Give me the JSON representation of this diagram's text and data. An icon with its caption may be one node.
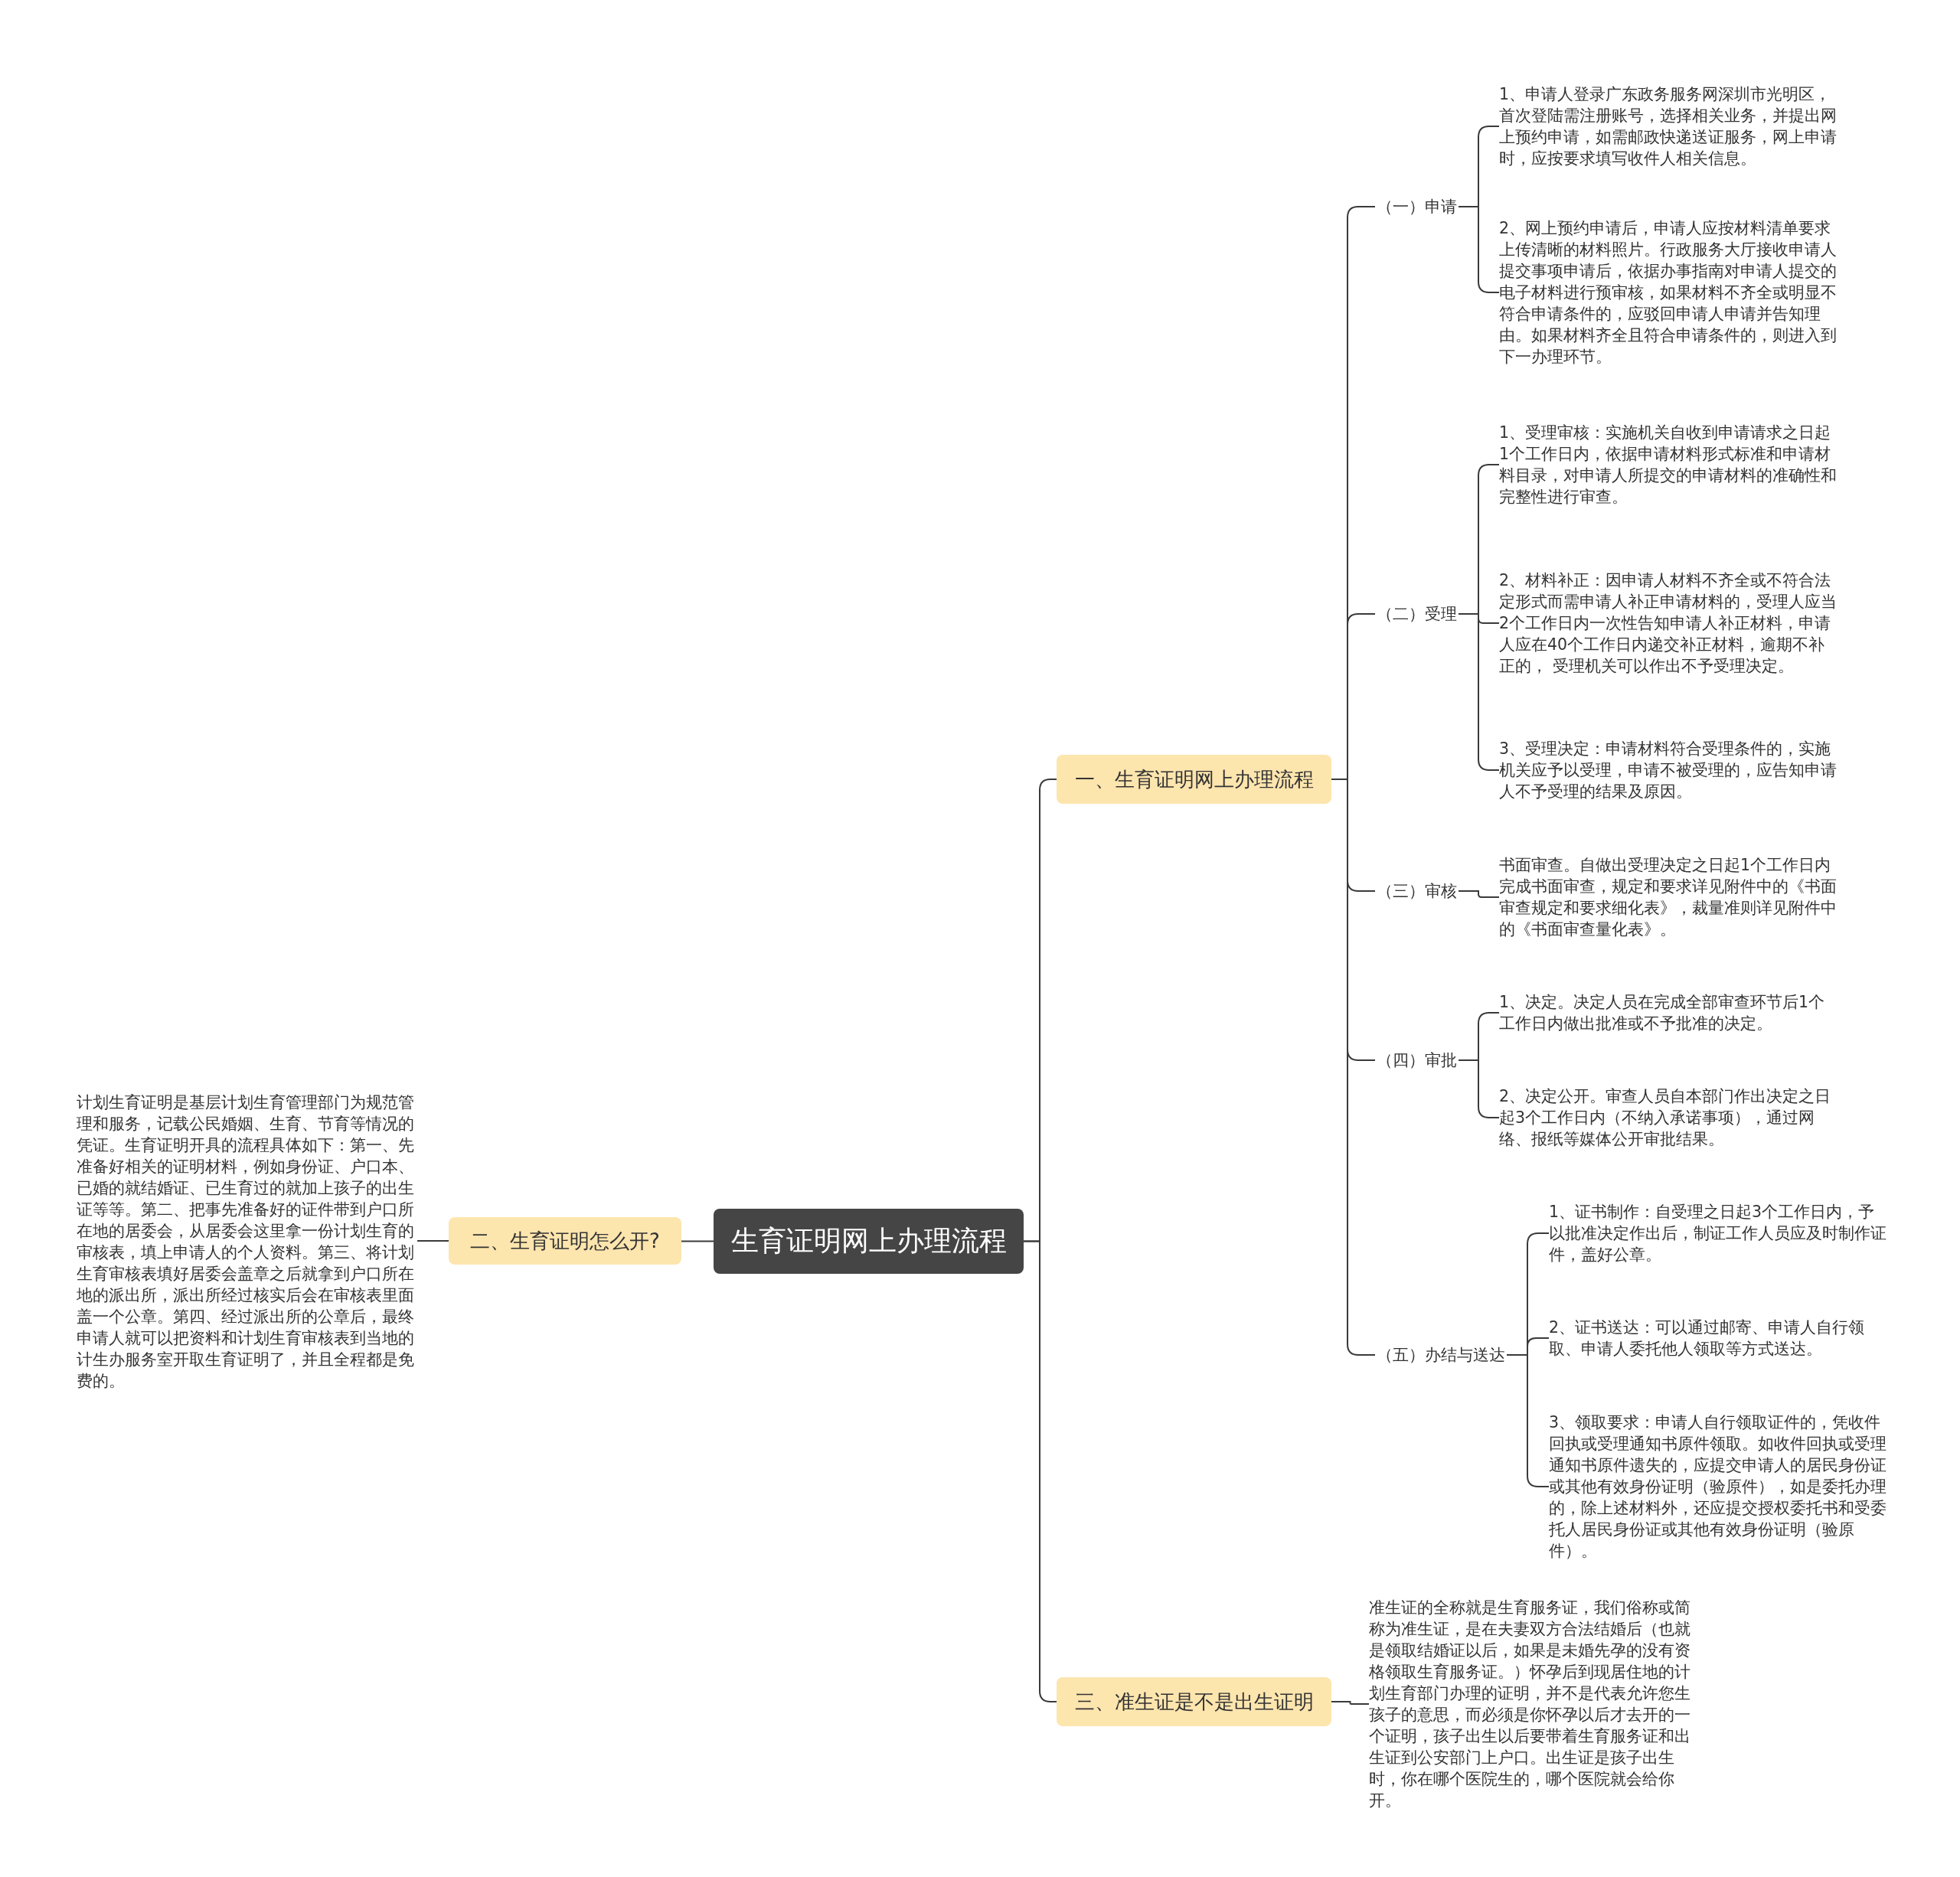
{
  "diagram": {
    "nodes": [
      {
        "text": [
          "生育证明网上办理流程"
        ]
      },
      {
        "text": [
          "二、生育证明怎么开?"
        ]
      },
      {
        "text": [
          "计划生育证明是基层计划生育管理部门为规范管理和服务，记载公民婚姻、生育、节育等情况的凭证。生育证明开具的流程具体如下：第一、先准备好相关的证明材料，例如身份证、户口本、已婚的就结婚证、已生育过的就加上孩子的出生证等等。第二、把事先准备好的证件带到户口所在地的居委会，从居委会这里拿一份计划生育的审核表，填上申请人的个人资料。第三、将计划生育审核表填好居委会盖章之后就拿到户口所在地的派出所，派出所经过核实后会在审核表里面盖一个公章。第四、经过派出所的公章后，最终申请人就可以把资料和计划生育审核表到当地的计生办服务室开取生育证明了，并且全程都是免费的。"
        ]
      },
      {
        "text": [
          "一、生育证明网上办理流程"
        ]
      },
      {
        "text": [
          "（一）申请"
        ]
      },
      {
        "text": [
          "1、申请人登录广东政务服务网深圳市光明区，首次登陆需注册账号，选择相关业务，并提出网上预约申请，如需邮政快递送证服务，网上申请时，应按要求填写收件人相关信息。"
        ]
      },
      {
        "text": [
          "2、网上预约申请后，申请人应按材料清单要求上传清晰的材料照片。行政服务大厅接收申请人提交事项申请后，依据办事指南对申请人提交的电子材料进行预审核，如果材料不齐全或明显不符合申请条件的，应驳回申请人申请并告知理由。如果材料齐全且符合申请条件的，则进入到下一办理环节。"
        ]
      },
      {
        "text": [
          "（二）受理"
        ]
      },
      {
        "text": [
          "1、受理审核：实施机关自收到申请请求之日起1个工作日内，依据申请材料形式标准和申请材料目录，对申请人所提交的申请材料的准确性和完整性进行审查。"
        ]
      },
      {
        "text": [
          "2、材料补正：因申请人材料不齐全或不符合法定形式而需申请人补正申请材料的，受理人应当2个工作日内一次性告知申请人补正材料，申请人应在40个工作日内递交补正材料，逾期不补正的， 受理机关可以作出不予受理决定。"
        ]
      },
      {
        "text": [
          "3、受理决定：申请材料符合受理条件的，实施机关应予以受理，申请不被受理的，应告知申请人不予受理的结果及原因。"
        ]
      },
      {
        "text": [
          "（三）审核"
        ]
      },
      {
        "text": [
          "书面审查。自做出受理决定之日起1个工作日内完成书面审查，规定和要求详见附件中的《书面审查规定和要求细化表》，裁量准则详见附件中的《书面审查量化表》。"
        ]
      },
      {
        "text": [
          "（四）审批"
        ]
      },
      {
        "text": [
          "1、决定。决定人员在完成全部审查环节后1个工作日内做出批准或不予批准的决定。"
        ]
      },
      {
        "text": [
          "2、决定公开。审查人员自本部门作出决定之日起3个工作日内（不纳入承诺事项），通过网络、报纸等媒体公开审批结果。"
        ]
      },
      {
        "text": [
          "（五）办结与送达"
        ]
      },
      {
        "text": [
          "1、证书制作：自受理之日起3个工作日内，予以批准决定作出后，制证工作人员应及时制作证件，盖好公章。"
        ]
      },
      {
        "text": [
          "2、证书送达：可以通过邮寄、申请人自行领取、申请人委托他人领取等方式送达。"
        ]
      },
      {
        "text": [
          "3、领取要求：申请人自行领取证件的，凭收件回执或受理通知书原件领取。如收件回执或受理通知书原件遗失的，应提交申请人的居民身份证或其他有效身份证明（验原件），如是委托办理的，除上述材料外，还应提交授权委托书和受委托人居民身份证或其他有效身份证明（验原件）。"
        ]
      },
      {
        "text": [
          "三、准生证是不是出生证明"
        ]
      },
      {
        "text": [
          "准生证的全称就是生育服务证，我们俗称或简称为准生证，是在夫妻双方合法结婚后（也就是领取结婚证以后，如果是未婚先孕的没有资格领取生育服务证。）怀孕后到现居住地的计划生育部门办理的证明，并不是代表允许您生孩子的意思，而必须是你怀孕以后才去开的一个证明，孩子出生以后要带着生育服务证和出生证到公安部门上户口。出生证是孩子出生时，你在哪个医院生的，哪个医院就会给你开。"
        ]
      }
    ],
    "edges": [
      {
        "from": 0,
        "to": 1,
        "arrow": "none"
      },
      {
        "from": 1,
        "to": 2,
        "arrow": "none"
      },
      {
        "from": 0,
        "to": 3,
        "arrow": "none"
      },
      {
        "from": 3,
        "to": 4,
        "arrow": "none"
      },
      {
        "from": 4,
        "to": 5,
        "arrow": "none"
      },
      {
        "from": 4,
        "to": 6,
        "arrow": "none"
      },
      {
        "from": 3,
        "to": 7,
        "arrow": "none"
      },
      {
        "from": 7,
        "to": 8,
        "arrow": "none"
      },
      {
        "from": 7,
        "to": 9,
        "arrow": "none"
      },
      {
        "from": 7,
        "to": 10,
        "arrow": "none"
      },
      {
        "from": 3,
        "to": 11,
        "arrow": "none"
      },
      {
        "from": 11,
        "to": 12,
        "arrow": "none"
      },
      {
        "from": 3,
        "to": 13,
        "arrow": "none"
      },
      {
        "from": 13,
        "to": 14,
        "arrow": "none"
      },
      {
        "from": 13,
        "to": 15,
        "arrow": "none"
      },
      {
        "from": 3,
        "to": 16,
        "arrow": "none"
      },
      {
        "from": 16,
        "to": 17,
        "arrow": "none"
      },
      {
        "from": 16,
        "to": 18,
        "arrow": "none"
      },
      {
        "from": 16,
        "to": 19,
        "arrow": "none"
      },
      {
        "from": 0,
        "to": 20,
        "arrow": "none"
      },
      {
        "from": 20,
        "to": 21,
        "arrow": "none"
      }
    ]
  }
}
